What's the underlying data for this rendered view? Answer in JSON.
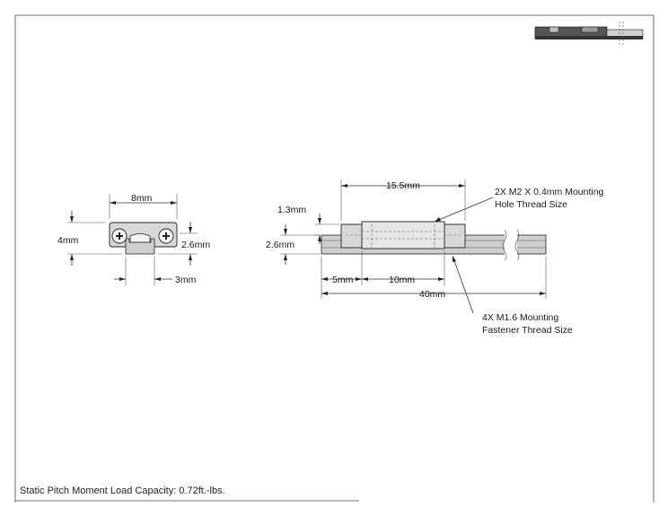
{
  "dimensions": {
    "width_8": "8mm",
    "height_4": "4mm",
    "height_2_6_side": "2.6mm",
    "width_3": "3mm",
    "length_15_5": "15.5mm",
    "height_1_3": "1.3mm",
    "height_2_6_front": "2.6mm",
    "offset_5": "5mm",
    "spacing_10": "10mm",
    "length_40": "40mm"
  },
  "notes": {
    "thread_line1": "2X M2 X 0.4mm Mounting",
    "thread_line2": "Hole Thread Size",
    "fastener_line1": "4X M1.6 Mounting",
    "fastener_line2": "Fastener Thread Size"
  },
  "footer": {
    "load_capacity": "Static Pitch Moment Load Capacity: 0.72ft.-lbs."
  }
}
